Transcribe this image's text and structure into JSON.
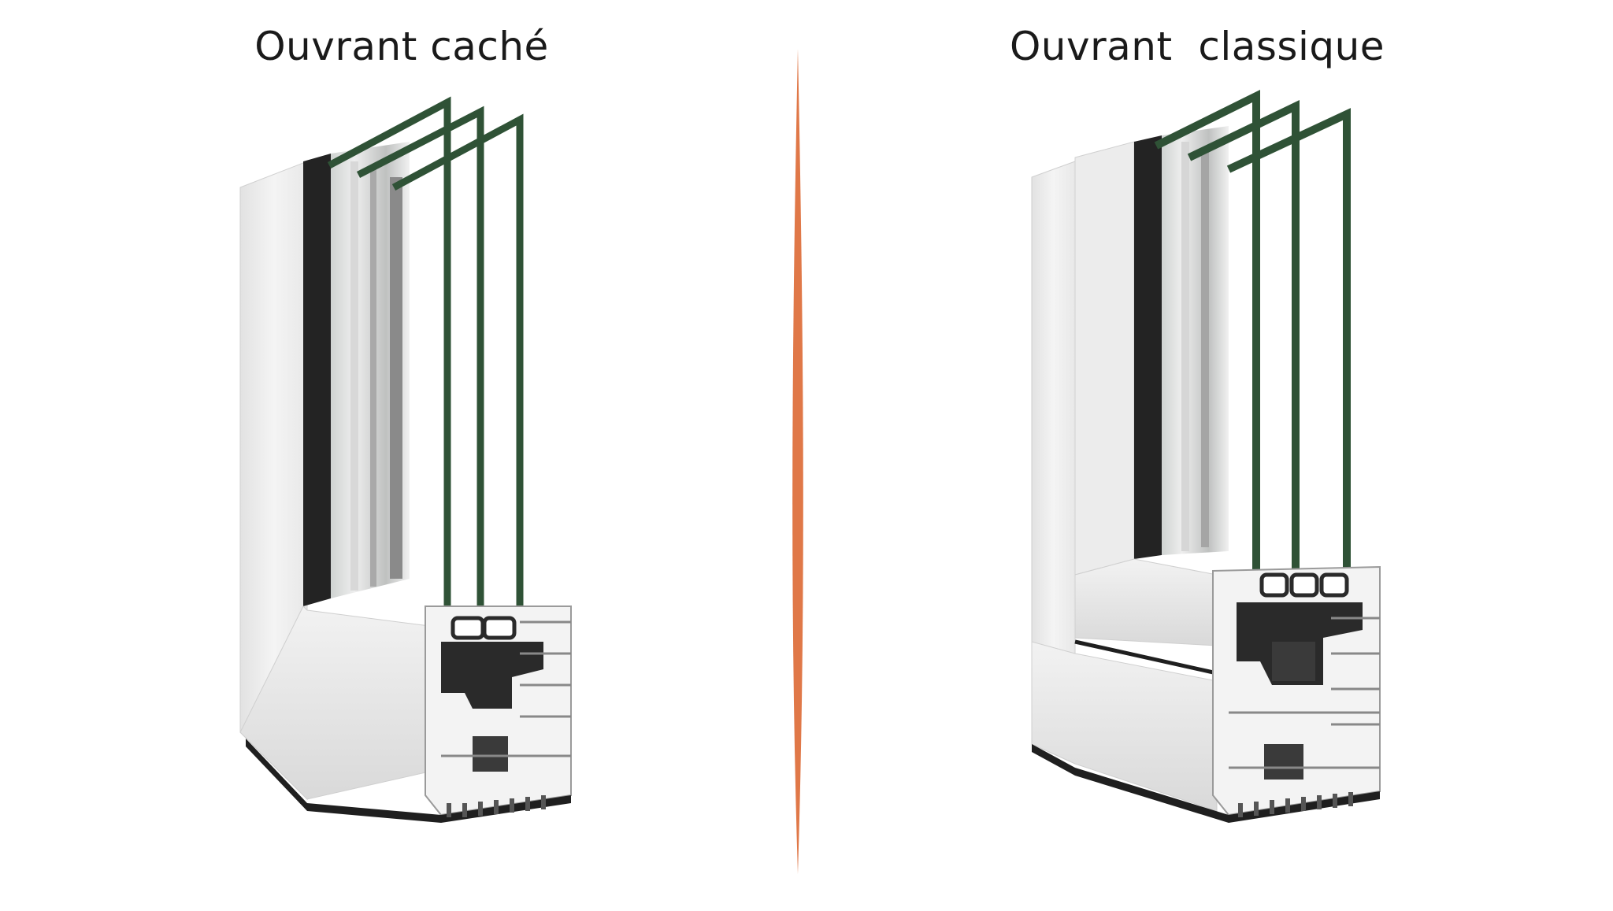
{
  "left_panel": {
    "title": "Ouvrant caché",
    "icon": "hidden-sash-window-profile"
  },
  "right_panel": {
    "title": "Ouvrant  classique",
    "icon": "classic-sash-window-profile"
  },
  "divider": {
    "color": "#E07848"
  },
  "colors": {
    "glass_edge": "#2f5236",
    "frame_white": "#f0f0f0",
    "gasket_dark": "#2a2a2a"
  }
}
